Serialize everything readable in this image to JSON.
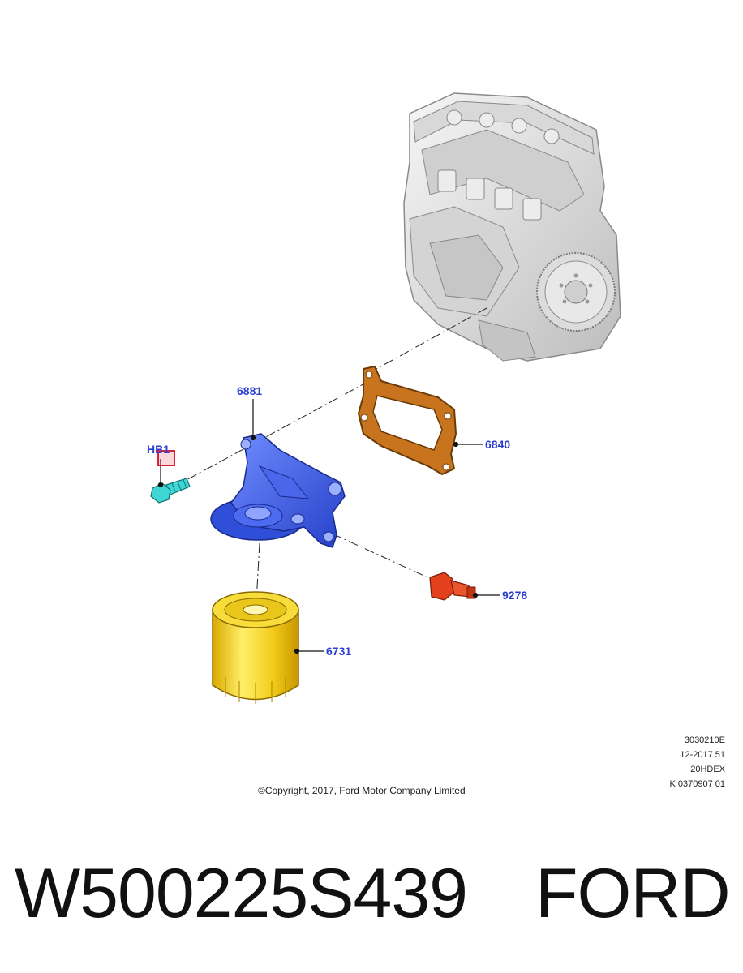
{
  "callouts": {
    "hb1": "HB1",
    "c6881": "6881",
    "c6840": "6840",
    "c9278": "9278",
    "c6731": "6731"
  },
  "meta": {
    "line1": "3030210E",
    "line2": "12-2017 51",
    "line3": "20HDEX",
    "line4": "K 0370907 01"
  },
  "copyright": "©Copyright, 2017, Ford Motor Company Limited",
  "banner": {
    "part_number": "W500225S439",
    "brand": "FORD"
  },
  "colors": {
    "callout_text": "#2d3fd0",
    "adapter": "#3b5ee8",
    "gasket": "#c8741e",
    "filter": "#f2cc1a",
    "sensor": "#e2411c",
    "bolt": "#3fd6d6",
    "highlight_box": "#e0203a",
    "engine": "#e4e4e4"
  }
}
